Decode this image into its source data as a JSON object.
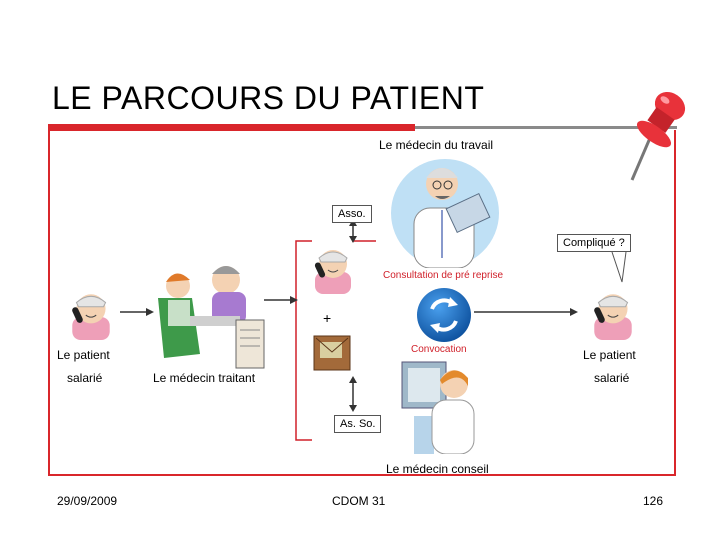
{
  "slide": {
    "title": "LE PARCOURS DU PATIENT",
    "footer": {
      "date": "29/09/2009",
      "center": "CDOM 31",
      "page": "126"
    }
  },
  "diagram": {
    "occupational_doctor": "Le médecin du travail",
    "asso_label": "Asso.",
    "complicated_question": "Compliqué ?",
    "pre_return_consultation": "Consultation de pré reprise",
    "plus_sign": "+",
    "summons": "Convocation",
    "patient_left": {
      "line1": "Le patient",
      "line2": "salarié"
    },
    "patient_right": {
      "line1": "Le patient",
      "line2": "salarié"
    },
    "treating_doctor": "Le médecin traitant",
    "asso_social_label": "As. So.",
    "advisory_doctor": "Le médecin conseil"
  },
  "colors": {
    "accent": "#d9262b",
    "cycle_blue": "#1a6fc4",
    "bracket_red": "#d0202a"
  }
}
